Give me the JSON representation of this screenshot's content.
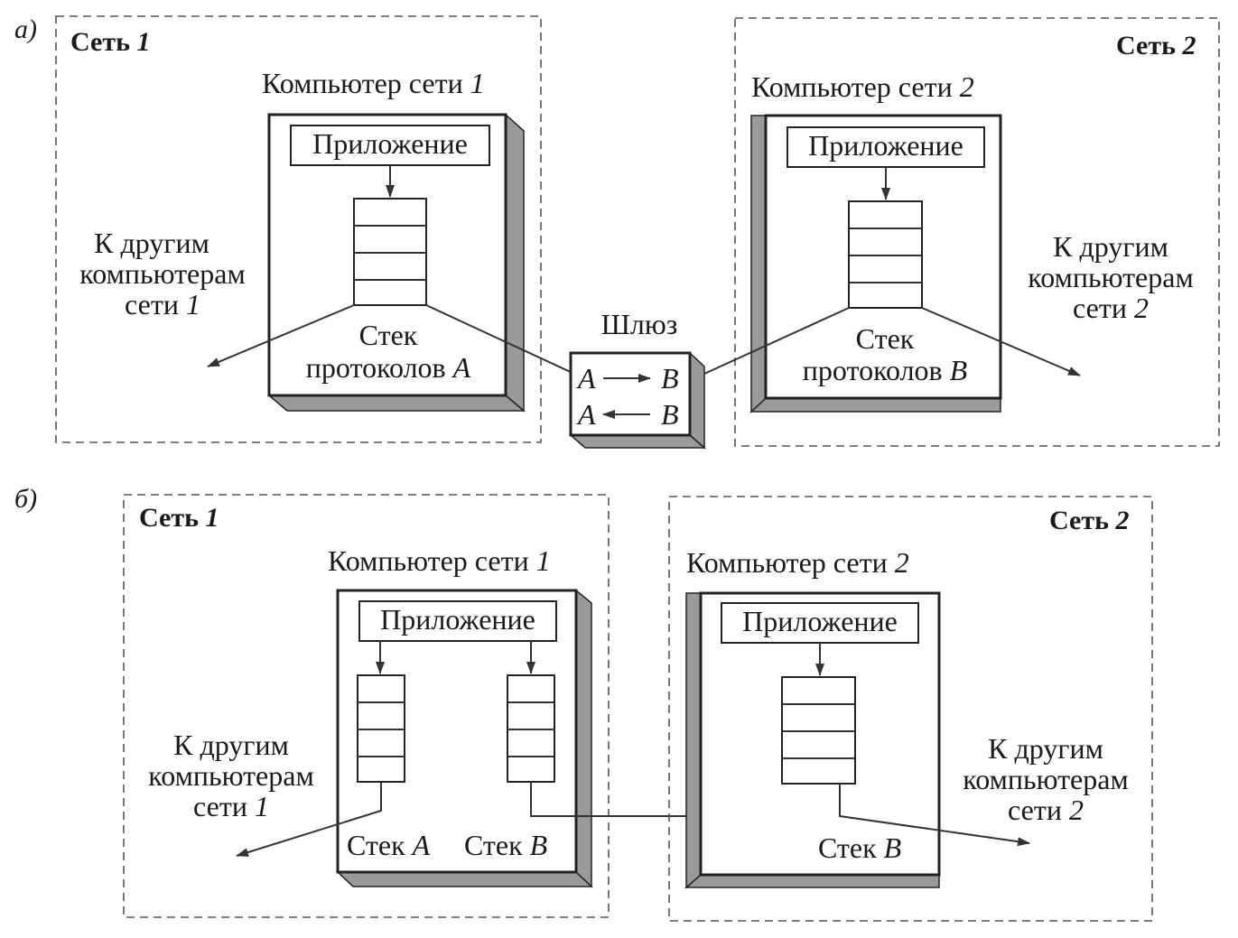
{
  "panel_a": {
    "marker": "а)",
    "net1": {
      "title": "Сеть",
      "num": "1"
    },
    "net2": {
      "title": "Сеть",
      "num": "2"
    },
    "comp1": {
      "title": "Компьютер сети",
      "num": "1",
      "app": "Приложение",
      "stack_line1": "Стек",
      "stack_line2": "протоколов",
      "stack_letter": "A"
    },
    "comp2": {
      "title": "Компьютер сети",
      "num": "2",
      "app": "Приложение",
      "stack_line1": "Стек",
      "stack_line2": "протоколов",
      "stack_letter": "B"
    },
    "others1": {
      "line1": "К другим",
      "line2": "компьютерам",
      "line3": "сети",
      "num": "1"
    },
    "others2": {
      "line1": "К другим",
      "line2": "компьютерам",
      "line3": "сети",
      "num": "2"
    },
    "gateway": {
      "title": "Шлюз",
      "from1": "A",
      "to1": "B",
      "from2": "A",
      "to2": "B"
    }
  },
  "panel_b": {
    "marker": "б)",
    "net1": {
      "title": "Сеть",
      "num": "1"
    },
    "net2": {
      "title": "Сеть",
      "num": "2"
    },
    "comp1": {
      "title": "Компьютер сети",
      "num": "1",
      "app": "Приложение",
      "stack_a_word": "Стек",
      "stack_a_letter": "A",
      "stack_b_word": "Стек",
      "stack_b_letter": "B"
    },
    "comp2": {
      "title": "Компьютер сети",
      "num": "2",
      "app": "Приложение",
      "stack_b_word": "Стек",
      "stack_b_letter": "B"
    },
    "others1": {
      "line1": "К другим",
      "line2": "компьютерам",
      "line3": "сети",
      "num": "1"
    },
    "others2": {
      "line1": "К другим",
      "line2": "компьютерам",
      "line3": "сети",
      "num": "2"
    }
  }
}
